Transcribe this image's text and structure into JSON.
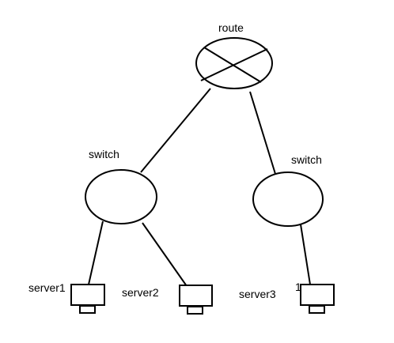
{
  "diagram": {
    "labels": {
      "route": "route",
      "switch_left": "switch",
      "switch_right": "switch",
      "server1": "server1",
      "server2": "server2",
      "server3": "server3",
      "stray_mark": "1"
    },
    "colors": {
      "line": "#000000",
      "background": "#ffffff"
    },
    "icons": {
      "router": "router-icon",
      "switch": "switch-icon",
      "server": "server-icon"
    }
  }
}
